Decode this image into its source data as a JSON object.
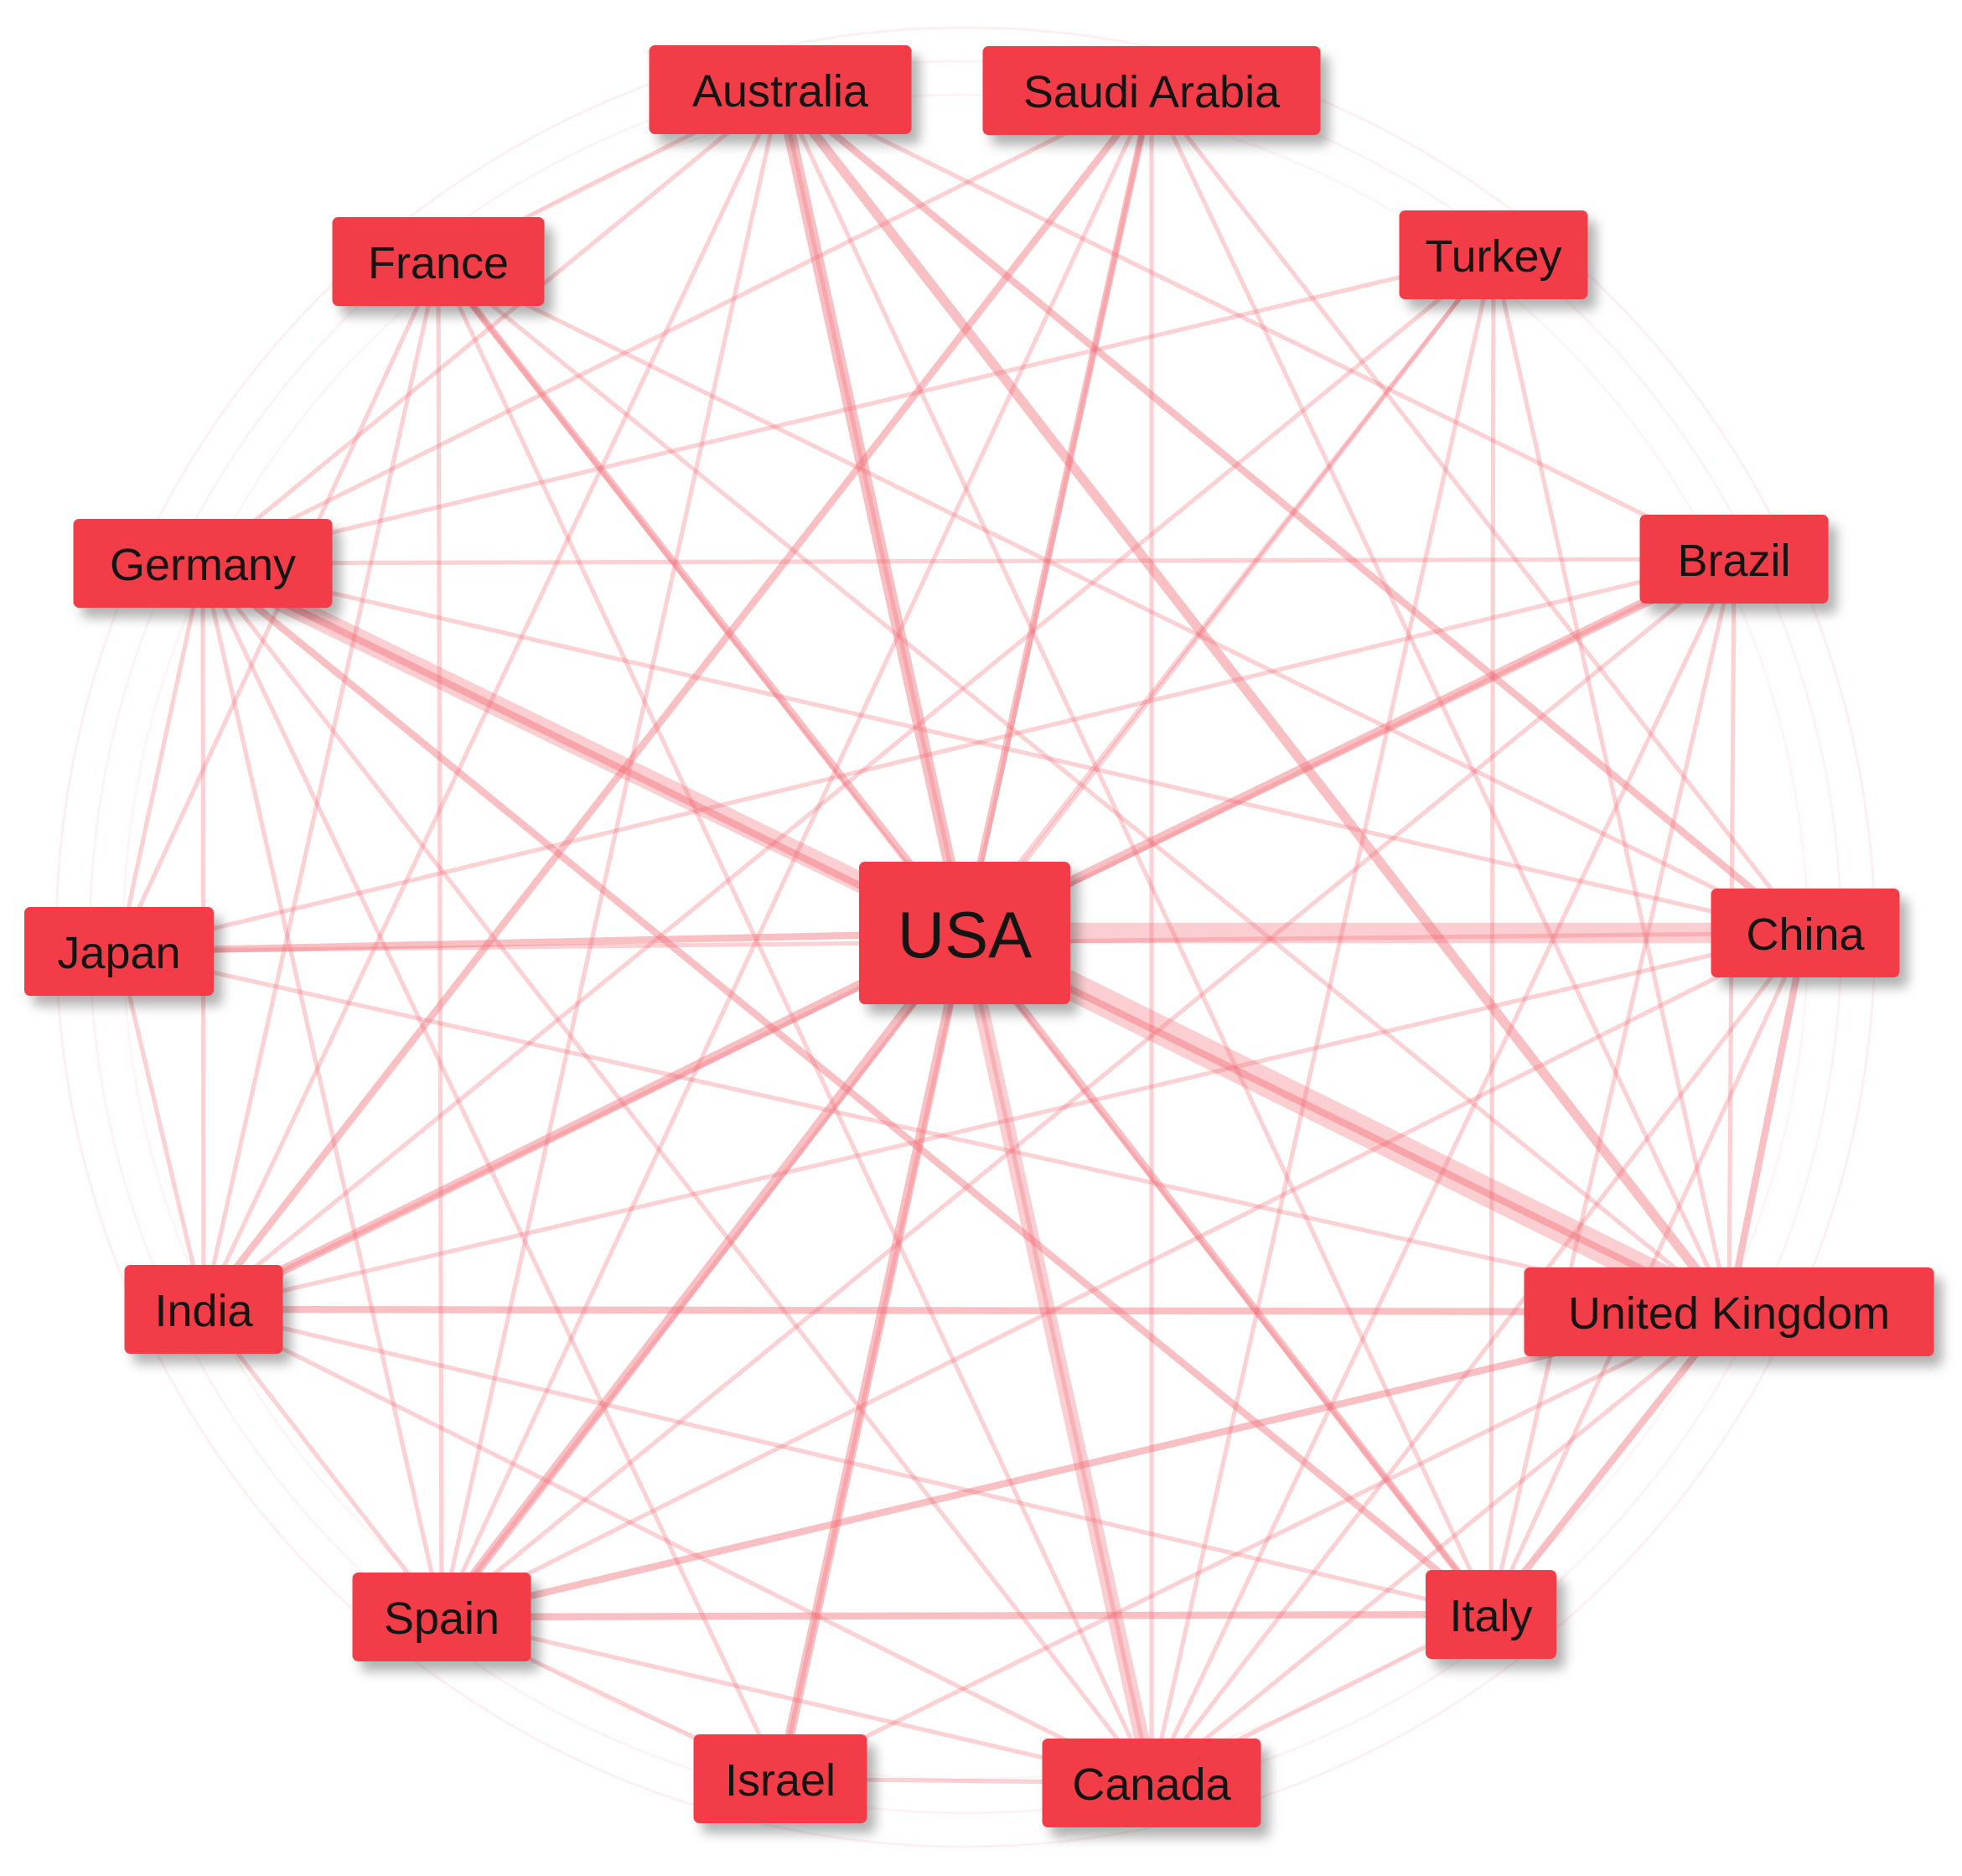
{
  "nodes": [
    {
      "id": "usa",
      "label": "USA"
    },
    {
      "id": "australia",
      "label": "Australia"
    },
    {
      "id": "saudi",
      "label": "Saudi Arabia"
    },
    {
      "id": "turkey",
      "label": "Turkey"
    },
    {
      "id": "brazil",
      "label": "Brazil"
    },
    {
      "id": "china",
      "label": "China"
    },
    {
      "id": "uk",
      "label": "United Kingdom"
    },
    {
      "id": "italy",
      "label": "Italy"
    },
    {
      "id": "canada",
      "label": "Canada"
    },
    {
      "id": "israel",
      "label": "Israel"
    },
    {
      "id": "spain",
      "label": "Spain"
    },
    {
      "id": "india",
      "label": "India"
    },
    {
      "id": "japan",
      "label": "Japan"
    },
    {
      "id": "germany",
      "label": "Germany"
    },
    {
      "id": "france",
      "label": "France"
    }
  ],
  "edges": [
    {
      "from": "usa",
      "to": "uk",
      "weight": 10
    },
    {
      "from": "usa",
      "to": "germany",
      "weight": 7
    },
    {
      "from": "usa",
      "to": "china",
      "weight": 7
    },
    {
      "from": "usa",
      "to": "canada",
      "weight": 5
    },
    {
      "from": "usa",
      "to": "australia",
      "weight": 4
    },
    {
      "from": "usa",
      "to": "brazil",
      "weight": 3
    },
    {
      "from": "usa",
      "to": "spain",
      "weight": 3
    },
    {
      "from": "usa",
      "to": "india",
      "weight": 3
    },
    {
      "from": "usa",
      "to": "israel",
      "weight": 3
    },
    {
      "from": "usa",
      "to": "italy",
      "weight": 2
    },
    {
      "from": "usa",
      "to": "france",
      "weight": 2
    },
    {
      "from": "usa",
      "to": "saudi",
      "weight": 2
    },
    {
      "from": "usa",
      "to": "japan",
      "weight": 2
    },
    {
      "from": "usa",
      "to": "turkey",
      "weight": 1
    },
    {
      "from": "australia",
      "to": "uk",
      "weight": 3
    },
    {
      "from": "australia",
      "to": "china",
      "weight": 2
    },
    {
      "from": "australia",
      "to": "india",
      "weight": 1
    },
    {
      "from": "australia",
      "to": "spain",
      "weight": 1
    },
    {
      "from": "australia",
      "to": "germany",
      "weight": 1
    },
    {
      "from": "australia",
      "to": "canada",
      "weight": 1
    },
    {
      "from": "australia",
      "to": "italy",
      "weight": 1
    },
    {
      "from": "australia",
      "to": "france",
      "weight": 1
    },
    {
      "from": "australia",
      "to": "brazil",
      "weight": 1
    },
    {
      "from": "saudi",
      "to": "india",
      "weight": 2
    },
    {
      "from": "saudi",
      "to": "israel",
      "weight": 1
    },
    {
      "from": "saudi",
      "to": "uk",
      "weight": 1
    },
    {
      "from": "saudi",
      "to": "canada",
      "weight": 1
    },
    {
      "from": "saudi",
      "to": "spain",
      "weight": 1
    },
    {
      "from": "saudi",
      "to": "germany",
      "weight": 1
    },
    {
      "from": "saudi",
      "to": "china",
      "weight": 1
    },
    {
      "from": "germany",
      "to": "italy",
      "weight": 2
    },
    {
      "from": "germany",
      "to": "uk",
      "weight": 2
    },
    {
      "from": "germany",
      "to": "canada",
      "weight": 1
    },
    {
      "from": "germany",
      "to": "spain",
      "weight": 1
    },
    {
      "from": "germany",
      "to": "china",
      "weight": 1
    },
    {
      "from": "germany",
      "to": "brazil",
      "weight": 1
    },
    {
      "from": "germany",
      "to": "japan",
      "weight": 1
    },
    {
      "from": "germany",
      "to": "india",
      "weight": 1
    },
    {
      "from": "germany",
      "to": "israel",
      "weight": 1
    },
    {
      "from": "france",
      "to": "uk",
      "weight": 1
    },
    {
      "from": "france",
      "to": "italy",
      "weight": 1
    },
    {
      "from": "france",
      "to": "spain",
      "weight": 1
    },
    {
      "from": "france",
      "to": "canada",
      "weight": 1
    },
    {
      "from": "france",
      "to": "china",
      "weight": 1
    },
    {
      "from": "france",
      "to": "india",
      "weight": 1
    },
    {
      "from": "france",
      "to": "japan",
      "weight": 1
    },
    {
      "from": "turkey",
      "to": "uk",
      "weight": 1
    },
    {
      "from": "turkey",
      "to": "india",
      "weight": 1
    },
    {
      "from": "turkey",
      "to": "italy",
      "weight": 1
    },
    {
      "from": "turkey",
      "to": "canada",
      "weight": 1
    },
    {
      "from": "turkey",
      "to": "spain",
      "weight": 1
    },
    {
      "from": "turkey",
      "to": "germany",
      "weight": 1
    },
    {
      "from": "brazil",
      "to": "uk",
      "weight": 1
    },
    {
      "from": "brazil",
      "to": "italy",
      "weight": 1
    },
    {
      "from": "brazil",
      "to": "india",
      "weight": 1
    },
    {
      "from": "brazil",
      "to": "spain",
      "weight": 1
    },
    {
      "from": "brazil",
      "to": "canada",
      "weight": 1
    },
    {
      "from": "brazil",
      "to": "japan",
      "weight": 1
    },
    {
      "from": "china",
      "to": "uk",
      "weight": 2
    },
    {
      "from": "china",
      "to": "india",
      "weight": 1
    },
    {
      "from": "china",
      "to": "canada",
      "weight": 1
    },
    {
      "from": "china",
      "to": "italy",
      "weight": 1
    },
    {
      "from": "china",
      "to": "japan",
      "weight": 1
    },
    {
      "from": "china",
      "to": "spain",
      "weight": 1
    },
    {
      "from": "uk",
      "to": "india",
      "weight": 2
    },
    {
      "from": "uk",
      "to": "spain",
      "weight": 2
    },
    {
      "from": "uk",
      "to": "italy",
      "weight": 2
    },
    {
      "from": "uk",
      "to": "canada",
      "weight": 1
    },
    {
      "from": "uk",
      "to": "israel",
      "weight": 1
    },
    {
      "from": "uk",
      "to": "japan",
      "weight": 1
    },
    {
      "from": "italy",
      "to": "spain",
      "weight": 2
    },
    {
      "from": "italy",
      "to": "canada",
      "weight": 1
    },
    {
      "from": "italy",
      "to": "india",
      "weight": 1
    },
    {
      "from": "canada",
      "to": "spain",
      "weight": 1
    },
    {
      "from": "canada",
      "to": "india",
      "weight": 1
    },
    {
      "from": "canada",
      "to": "israel",
      "weight": 1
    },
    {
      "from": "israel",
      "to": "spain",
      "weight": 1
    },
    {
      "from": "india",
      "to": "spain",
      "weight": 1
    },
    {
      "from": "india",
      "to": "japan",
      "weight": 1
    }
  ],
  "colors": {
    "node_fill": "#f23d4a",
    "edge": "#f36b75",
    "label": "#141414",
    "background": "#ffffff"
  }
}
